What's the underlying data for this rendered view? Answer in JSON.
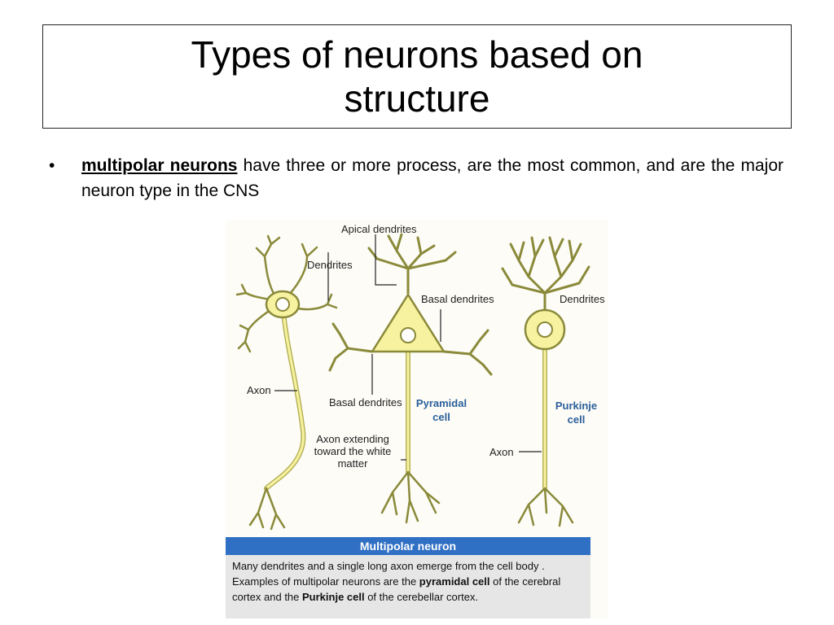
{
  "title": "Types of neurons based on structure",
  "bullet": {
    "marker": "•",
    "term": "multipolar neurons",
    "text": " have three or more process, are the most common, and are the major neuron type in the CNS"
  },
  "figure": {
    "labels": {
      "apical_dendrites": "Apical dendrites",
      "dendrites_left": "Dendrites",
      "basal_dendrites_top": "Basal dendrites",
      "dendrites_right": "Dendrites",
      "axon_left": "Axon",
      "basal_dendrites_bottom": "Basal dendrites",
      "pyramidal_cell": "Pyramidal cell",
      "purkinje_cell": "Purkinje cell",
      "axon_extending": "Axon extending toward the white matter",
      "axon_right": "Axon"
    },
    "banner": "Multipolar neuron",
    "caption": {
      "line1": "Many dendrites and a single long axon emerge from the cell body .",
      "line2_pre": "Examples of multipolar neurons are the ",
      "line2_bold": "pyramidal cell",
      "line2_post": " of the cerebral",
      "line3_pre": "cortex and the ",
      "line3_bold": "Purkinje cell",
      "line3_post": " of the cerebellar cortex."
    },
    "colors": {
      "cell_fill": "#f7f2a0",
      "cell_stroke": "#8a8a3a",
      "banner": "#2f6fc4",
      "caption_bg": "#e6e6e6",
      "cell_label": "#2a5f9a"
    }
  }
}
